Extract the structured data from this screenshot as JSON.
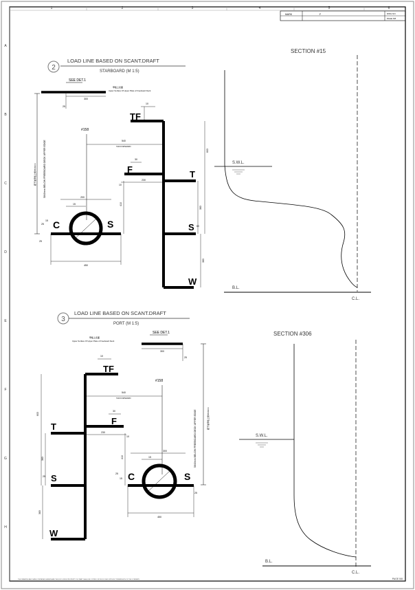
{
  "frame": {
    "cols": [
      "1",
      "2",
      "3",
      "4",
      "5",
      "6"
    ],
    "rows": [
      "A",
      "B",
      "C",
      "D",
      "E",
      "F",
      "G",
      "H"
    ],
    "title_block": [
      "MARK",
      "F",
      "DWG NO.",
      "PAGE 5/8"
    ],
    "footer_note": "THE DRAWING AND DATA CONTAINED HEREIN ARE THE EXCLUSIVE PROPERTY. NO PART SHALL BE COPIED OR DISCLOSED WITHOUT PERMISSION OF THE COMPANY.",
    "page_no": "PAGE 5/8"
  },
  "view1": {
    "number": "2",
    "title": "LOAD LINE BASED ON SCANT.DRAFT",
    "subtitle": "STARBOARD (M 1:5)",
    "see_det": "SEE DET.1",
    "deck_caption_cn": "甲板上表面",
    "deck_caption": "Upper Surface Of Upper Plate of Freeboard Deck",
    "dims": [
      "300",
      "25",
      "10",
      "540",
      "540 FORWARD",
      "30",
      "230",
      "10",
      "200",
      "15",
      "410",
      "25",
      "15",
      "25",
      "450",
      "300",
      "60",
      "383",
      "383",
      "603"
    ],
    "frame_label": "#158",
    "vertical_note": "5840mm BELOW FREEBOARD DECK UPPER EDGE",
    "vertical_note_cn": "距干舷甲板上缘5840mm",
    "letters": {
      "tf": "TF",
      "f": "F",
      "t": "T",
      "s_right": "S",
      "c": "C",
      "s_circle": "S",
      "w": "W"
    }
  },
  "section1": {
    "title": "SECTION #15",
    "swl": "S.W.L.",
    "bl": "B.L.",
    "cl": "C.L."
  },
  "view2": {
    "number": "3",
    "title": "LOAD LINE BASED ON SCANT.DRAFT",
    "subtitle": "PORT (M 1:5)",
    "see_det": "SEE DET.1",
    "deck_caption_cn": "甲板上表面",
    "deck_caption": "Upper Surface Of Upper Plate of Freeboard Deck",
    "dims": [
      "300",
      "25",
      "10",
      "540",
      "540 FORWARD",
      "30",
      "230",
      "10",
      "300",
      "15",
      "410",
      "25",
      "15",
      "25",
      "450",
      "603",
      "383",
      "25",
      "383"
    ],
    "frame_label": "#158",
    "vertical_note": "5840mm BELOW FREEBOARD DECK UPPER EDGE",
    "vertical_note_cn": "距干舷甲板上缘5840mm",
    "letters": {
      "tf": "TF",
      "f": "F",
      "t": "T",
      "s_left": "S",
      "c": "C",
      "s_circle": "S",
      "w": "W"
    }
  },
  "section2": {
    "title": "SECTION #306",
    "swl": "S.W.L.",
    "bl": "B.L.",
    "cl": "C.L."
  }
}
